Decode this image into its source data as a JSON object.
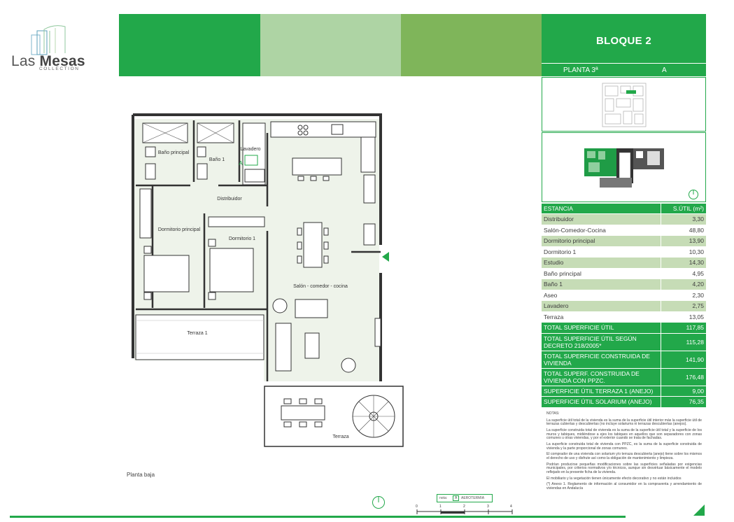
{
  "brand": {
    "name_light": "Las ",
    "name_bold": "Mesas",
    "sub": "COLLECTION"
  },
  "header": {
    "bloque": "BLOQUE 2",
    "planta": "PLANTA 3ª",
    "letra": "A"
  },
  "colors": {
    "green": "#22a84a",
    "light_green": "#aed4a4",
    "mid_green": "#7fb55a",
    "row_alt": "#c6dcb6"
  },
  "plan": {
    "rooms": {
      "bano_principal": "Baño principal",
      "bano1": "Baño 1",
      "lavadero": "Lavadero",
      "distribuidor": "Distribuidor",
      "dormitorio_principal": "Dormitorio principal",
      "dormitorio1": "Dormitorio 1",
      "salon": "Salón - comedor - cocina",
      "terraza1": "Terraza 1",
      "terraza": "Terraza"
    },
    "unit_letter": "A",
    "caption": "Planta baja"
  },
  "table": {
    "header": {
      "label": "ESTANCIA",
      "value": "S.ÚTIL (m²)"
    },
    "rows": [
      {
        "label": "Distribuidor",
        "value": "3,30"
      },
      {
        "label": "Salón-Comedor-Cocina",
        "value": "48,80"
      },
      {
        "label": "Dormitorio principal",
        "value": "13,90"
      },
      {
        "label": "Dormitorio 1",
        "value": "10,30"
      },
      {
        "label": "Estudio",
        "value": "14,30"
      },
      {
        "label": "Baño principal",
        "value": "4,95"
      },
      {
        "label": "Baño 1",
        "value": "4,20"
      },
      {
        "label": "Aseo",
        "value": "2,30"
      },
      {
        "label": "Lavadero",
        "value": "2,75"
      },
      {
        "label": "Terraza",
        "value": "13,05"
      }
    ],
    "totals": [
      {
        "label": "TOTAL SUPERFICIE ÚTIL",
        "value": "117,85"
      },
      {
        "label": "TOTAL SUPERFICIE ÚTIL SEGÚN DECRETO 218/2005*",
        "value": "115,28"
      },
      {
        "label": "TOTAL SUPERFICIE CONSTRUIDA DE VIVIENDA",
        "value": "141,90"
      },
      {
        "label": "TOTAL SUPERF. CONSTRUIDA DE VIVIENDA CON PPZC.",
        "value": "176,48"
      },
      {
        "label": "SUPERFICIE ÚTIL TERRAZA 1 (ANEJO)",
        "value": "9,00"
      },
      {
        "label": "SUPERFICIE ÚTIL SOLARIUM (ANEJO)",
        "value": "76,35"
      }
    ]
  },
  "notes": {
    "title": "NOTAS:",
    "items": [
      "La superficie útil total de la vivienda es la suma de la superficie útil interior más la superficie útil de terrazas cubiertas y descubiertas (no incluye solariums ni terrazas descubiertas (anejos).",
      "La superficie construida total de vivienda es la suma de la superficie útil total y la superficie de los muros y tabiques, midiéndose a ejes los tabiques en aquellos que son separadores con zonas comunes u otras viviendas, y por el exterior cuando se trata de fachadas.",
      "La superficie construida total de vivienda con PPZC, es la suma de la superficie construida de vivienda y la parte proporcional de zonas comunes.",
      "El comprador de una vivienda con solarium y/o terraza descubierta (anejo) tiene sobre los mismos el derecho de uso y disfrute así como la obligación de mantenimiento y limpieza.",
      "Podrían producirse pequeñas modificaciones sobre las superficies señaladas por exigencias municipales, por criterios normativos y/o técnicos, aunque sin desvirtuar básicamente el modelo reflejado en la presente ficha de la vivienda.",
      "El mobiliario y la vegetación tienen únicamente efecto decorativo y no están incluidos",
      "(*) Anexo 1. Reglamento de información al consumidor en la compraventa y arrendamiento de viviendas en Andalucía"
    ]
  },
  "legend": {
    "prefix": "nota:",
    "code": "A",
    "text": "AEROTERMIA"
  },
  "scale": {
    "ticks": [
      "0",
      "1",
      "2",
      "3",
      "4"
    ]
  }
}
